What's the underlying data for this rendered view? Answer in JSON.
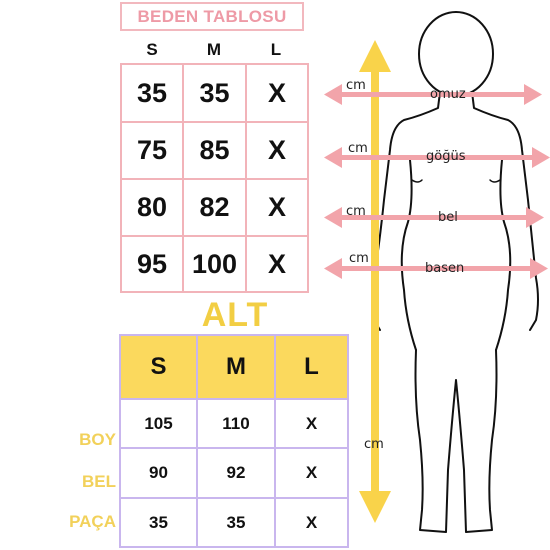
{
  "title": "BEDEN TABLOSU",
  "top_table": {
    "headers": [
      "S",
      "M",
      "L"
    ],
    "rows": [
      [
        "35",
        "35",
        "X"
      ],
      [
        "75",
        "85",
        "X"
      ],
      [
        "80",
        "82",
        "X"
      ],
      [
        "95",
        "100",
        "X"
      ]
    ]
  },
  "alt": {
    "title": "ALT",
    "headers": [
      "S",
      "M",
      "L"
    ],
    "row_labels": [
      "BOY",
      "BEL",
      "PAÇA"
    ],
    "rows": [
      [
        "105",
        "110",
        "X"
      ],
      [
        "90",
        "92",
        "X"
      ],
      [
        "35",
        "35",
        "X"
      ]
    ]
  },
  "figure": {
    "unit": "cm",
    "measures": [
      "omuz",
      "göğüs",
      "bel",
      "basen"
    ]
  },
  "colors": {
    "pink": "#f2a4aa",
    "yellow": "#f9d34a",
    "gold": "#f2ce43",
    "lavender": "#c9b6ee"
  }
}
